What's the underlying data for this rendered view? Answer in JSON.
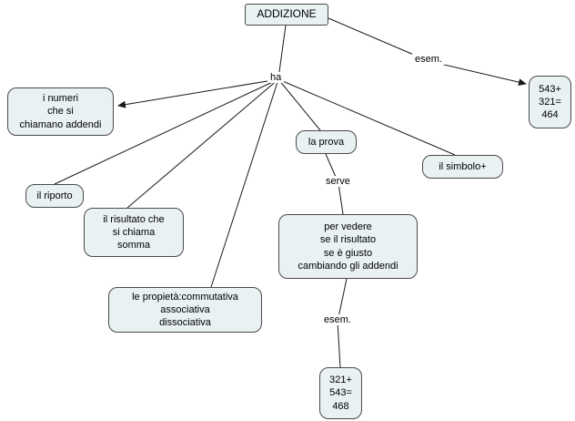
{
  "canvas": {
    "bg": "#ffffff",
    "node_fill": "#e9f1f2",
    "node_border": "#4a4a4a",
    "line_color": "#1a1a1a"
  },
  "nodes": {
    "addizione": {
      "label": "ADDIZIONE"
    },
    "numeri": {
      "label": "i numeri\nche si\nchiamano addendi"
    },
    "riporto": {
      "label": "il riporto"
    },
    "risultato": {
      "label": "il risultato che\nsi chiama\nsomma"
    },
    "proprieta": {
      "label": "le propietà:commutativa\nassociativa\ndissociativa"
    },
    "prova": {
      "label": "la prova"
    },
    "simbolo": {
      "label": "il simbolo+"
    },
    "verifica": {
      "label": "per vedere\nse il risultato\nse è giusto\ncambiando gli addendi"
    },
    "esempio_destra": {
      "label": "543+\n321=\n464"
    },
    "esempio_basso": {
      "label": "321+\n543=\n468"
    }
  },
  "link_labels": {
    "ha": {
      "label": "ha"
    },
    "esem_top": {
      "label": "esem."
    },
    "serve": {
      "label": "serve"
    },
    "esem_bottom": {
      "label": "esem."
    }
  }
}
